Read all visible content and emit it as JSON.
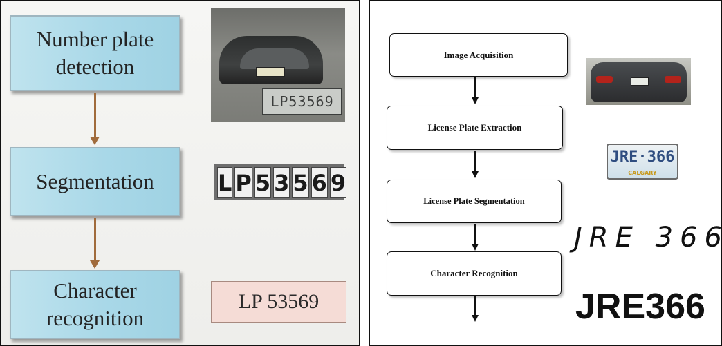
{
  "left_panel": {
    "steps": [
      {
        "label": "Number plate\ndetection"
      },
      {
        "label": "Segmentation"
      },
      {
        "label": "Character\nrecognition"
      }
    ],
    "plate_crop_text": "LP53569",
    "segmented_chars": [
      "L",
      "P",
      "5",
      "3",
      "5",
      "6",
      "9"
    ],
    "ocr_result": "LP 53569",
    "colors": {
      "box_fill": "#a9d8e8",
      "arrow": "#a06b3c",
      "result_fill": "#f5dcd6"
    }
  },
  "right_panel": {
    "steps": [
      {
        "label": "Image Acquisition"
      },
      {
        "label": "License Plate Extraction"
      },
      {
        "label": "License Plate Segmentation"
      },
      {
        "label": "Character Recognition"
      }
    ],
    "plate_text": "JRE·366",
    "plate_region": "CALGARY",
    "segmented_chars": "JRE 366",
    "ocr_result": "JRE366"
  }
}
